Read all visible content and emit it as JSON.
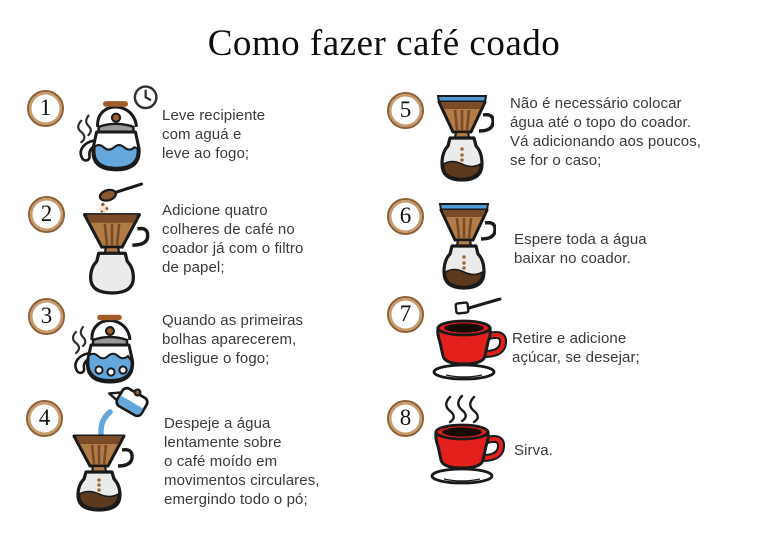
{
  "title": "Como fazer café coado",
  "colors": {
    "ring_brown": "#8f5f35",
    "ring_inner": "#c79b6e",
    "text_gray": "#3a3a3a",
    "water_blue": "#63a7dd",
    "cone_tan": "#b27c47",
    "dark_brown": "#7b4a28",
    "coffee_brown": "#5d3a1d",
    "carafe_gray": "#ebebeb",
    "cup_red": "#e3201b",
    "outline_black": "#1a1a1a"
  },
  "steps": [
    {
      "number": "1",
      "icon": "kettle-clock-icon",
      "text": "Leve recipiente\ncom aguá e\nleve ao fogo;"
    },
    {
      "number": "2",
      "icon": "dripper-spoon-icon",
      "text": "Adicione quatro\ncolheres de café no\ncoador já com o filtro\nde papel;"
    },
    {
      "number": "3",
      "icon": "boiling-kettle-icon",
      "text": "Quando as primeiras\nbolhas aparecerem,\ndesligue o fogo;"
    },
    {
      "number": "4",
      "icon": "pouring-kettle-dripper-icon",
      "text": "Despeje a água\nlentamente sobre\no café moído em\nmovimentos circulares,\nemergindo todo o pó;"
    },
    {
      "number": "5",
      "icon": "dripper-water-icon",
      "text": "Não é necessário colocar\nágua até o topo do coador.\nVá adicionando aos poucos,\nse for o caso;"
    },
    {
      "number": "6",
      "icon": "dripper-water-icon",
      "text": "Espere toda a água\nbaixar no coador."
    },
    {
      "number": "7",
      "icon": "red-cup-sugar-spoon-icon",
      "text": "Retire e adicione\naçúcar, se desejar;"
    },
    {
      "number": "8",
      "icon": "steaming-red-cup-icon",
      "text": "Sirva."
    }
  ]
}
